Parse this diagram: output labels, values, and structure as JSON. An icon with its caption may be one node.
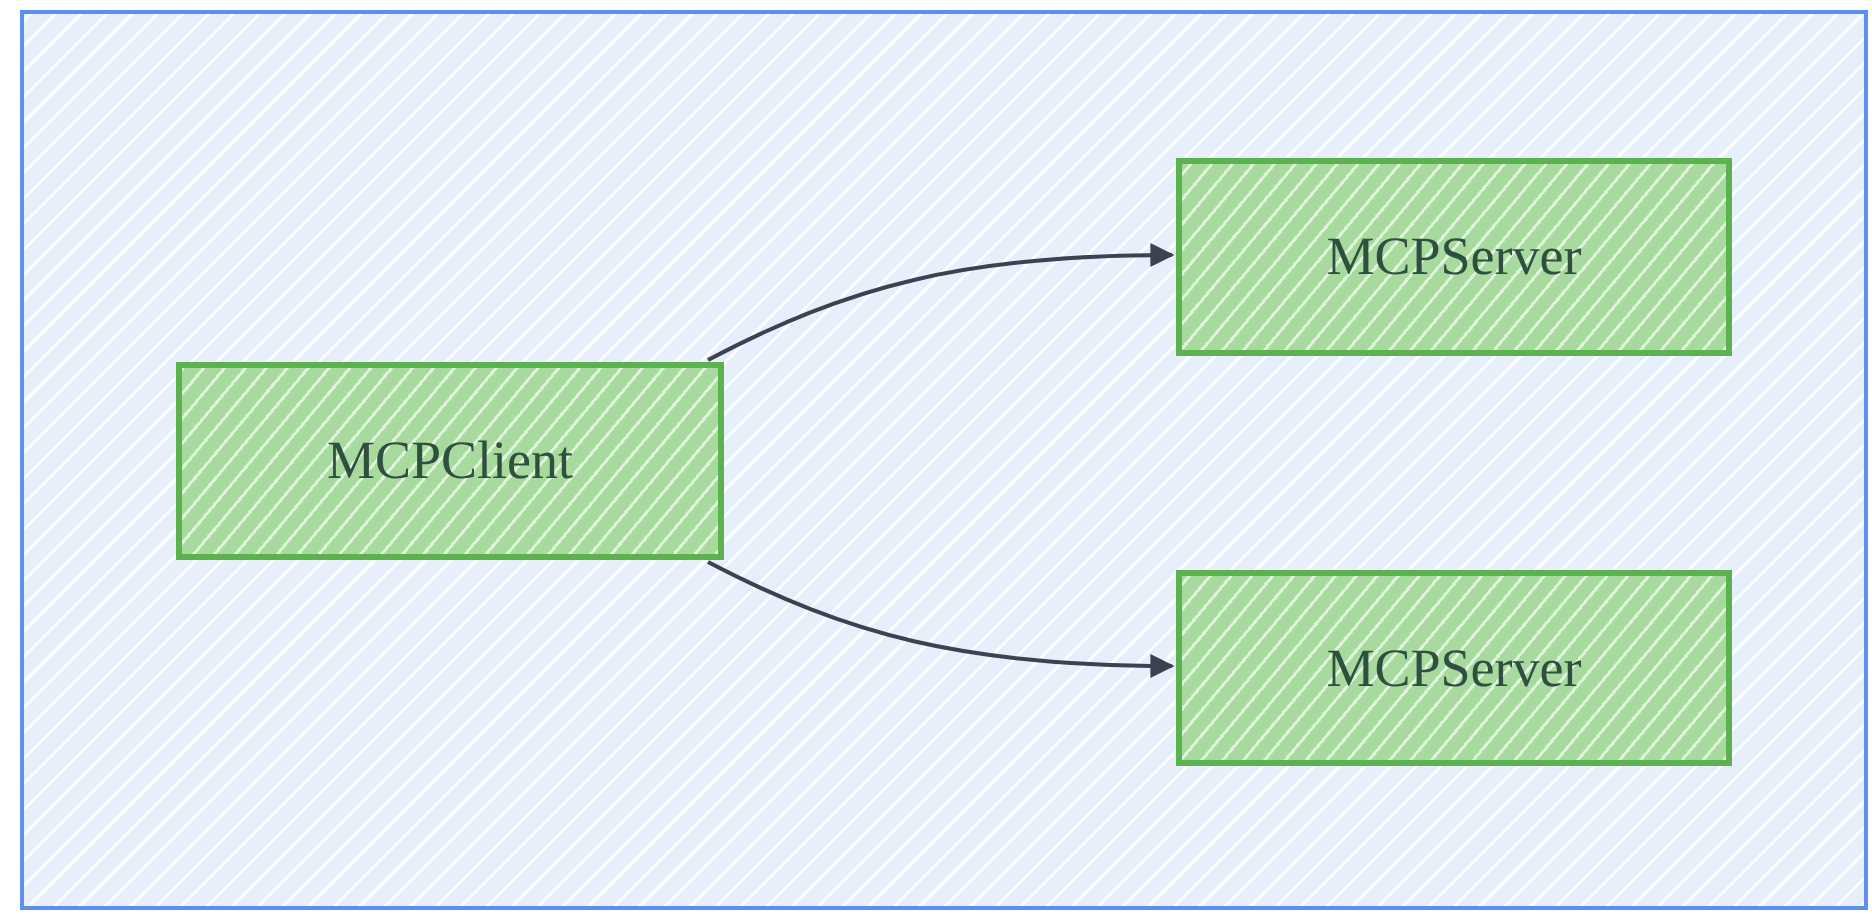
{
  "diagram": {
    "nodes": [
      {
        "text": [],
        "shape": "box"
      },
      {
        "text": [
          "MCPClient"
        ],
        "in": 0
      },
      {
        "text": [
          "MCPServer"
        ],
        "in": 0
      },
      {
        "text": [
          "MCPServer"
        ],
        "in": 0
      }
    ],
    "edges": [
      {
        "from": 1,
        "to": 2,
        "arrow": "to"
      },
      {
        "from": 1,
        "to": 3,
        "arrow": "to"
      }
    ]
  }
}
